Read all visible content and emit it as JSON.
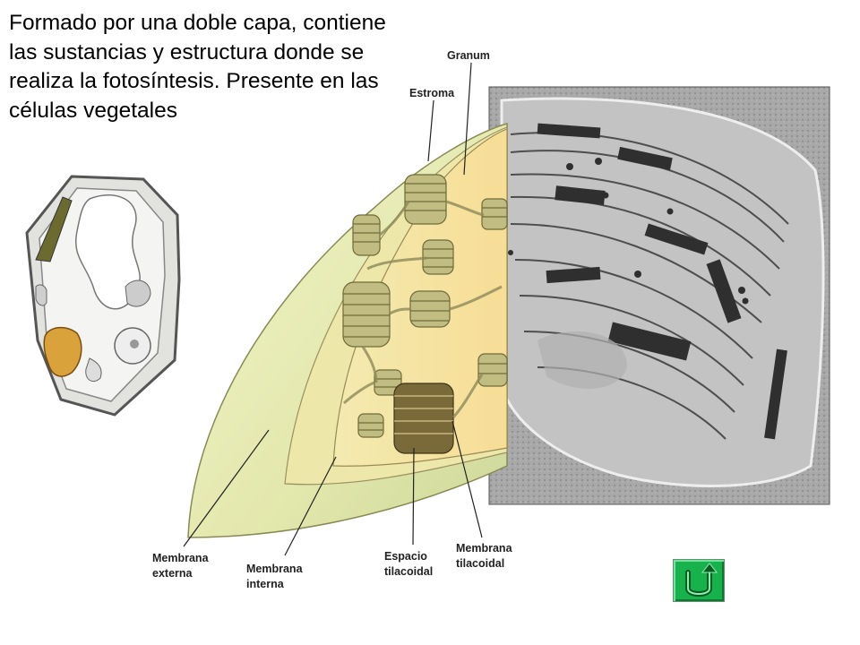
{
  "caption": "Formado por una doble capa, contiene las sustancias y estructura donde se realiza la fotosíntesis. Presente en las células vegetales",
  "labels": {
    "granum": "Granum",
    "estroma": "Estroma",
    "membrana_externa": "Membrana\n externa",
    "membrana_interna": "Membrana\ninterna",
    "espacio_tilacoidal": "Espacio\ntilacoidal",
    "membrana_tilacoidal": "Membrana\n tilacoidal"
  },
  "navigation": {
    "return_icon": "u-turn-arrow-icon"
  },
  "colors": {
    "button_green": "#18b24c",
    "outer_membrane": "#e4e9b0",
    "stroma": "#f6dc96",
    "grana": "#b9b67a",
    "micrograph": "#9a9a9a"
  }
}
